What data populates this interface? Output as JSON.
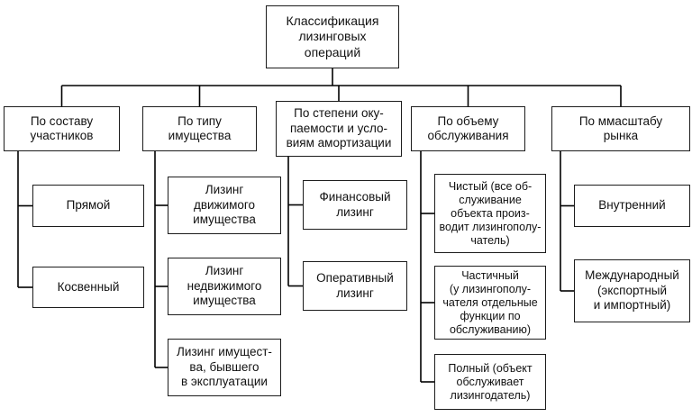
{
  "diagram": {
    "title": "Классификация лизинговых операций",
    "root": "Классификация\nлизинговых\nопераций",
    "columns": [
      {
        "header": "По составу\nучастников",
        "children": [
          "Прямой",
          "Косвенный"
        ]
      },
      {
        "header": "По типу\nимущества",
        "children": [
          "Лизинг\nдвижимого\nимущества",
          "Лизинг\nнедвижимого\nимущества",
          "Лизинг имущест-\nва, бывшего\nв эксплуатации"
        ]
      },
      {
        "header": "По степени оку-\nпаемости и усло-\nвиям амортизации",
        "children": [
          "Финансовый\nлизинг",
          "Оперативный\nлизинг"
        ]
      },
      {
        "header": "По объему\nобслуживания",
        "children": [
          "Чистый (все об-\nслуживание\nобъекта произ-\nводит лизингополу-\nчатель)",
          "Частичный\n(у лизингополу-\nчателя отдельные\nфункции по\nобслуживанию)",
          "Полный (объект\nобслуживает\nлизингодатель)"
        ]
      },
      {
        "header": "По ммасштабу\nрынка",
        "children": [
          "Внутренний",
          "Международный\n(экспортный\nи импортный)"
        ]
      }
    ],
    "colors": {
      "background": "#ffffff",
      "box_border": "#1c1c1c",
      "line": "#000000",
      "text": "#111111"
    }
  }
}
